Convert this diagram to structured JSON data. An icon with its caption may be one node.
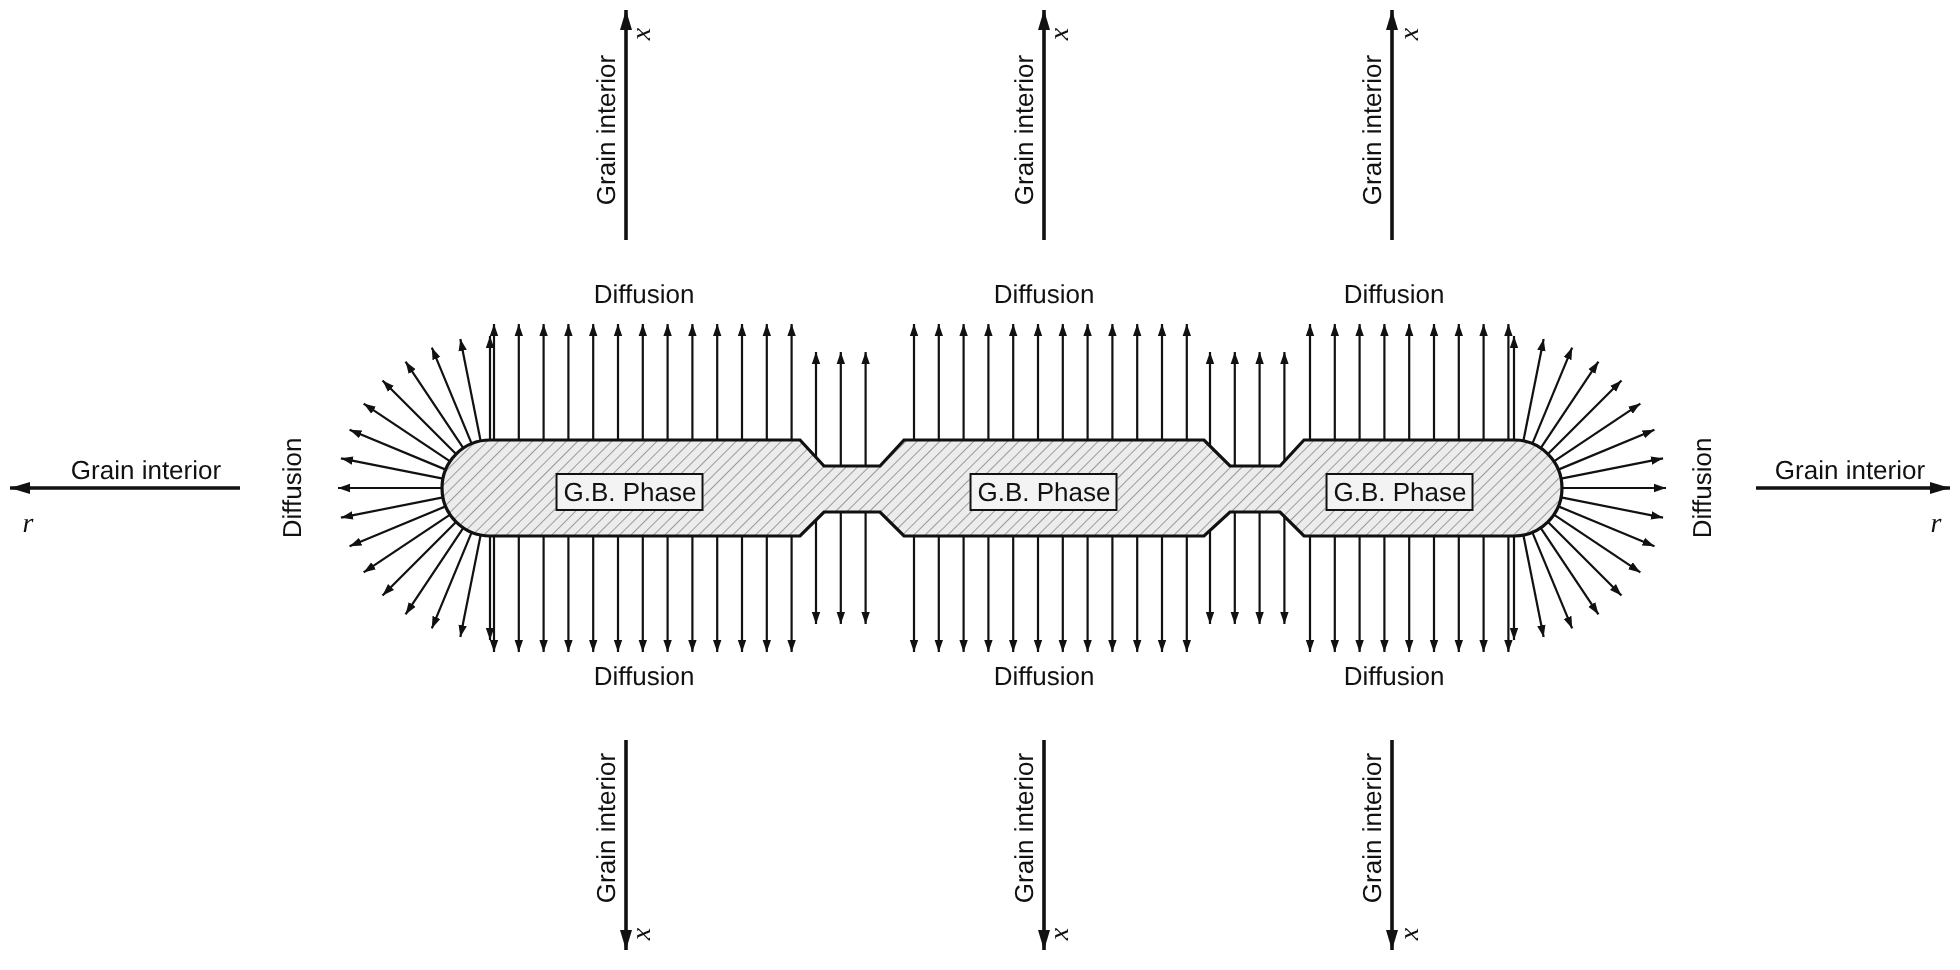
{
  "diagram": {
    "nodes": [
      {
        "text": [
          "G.B. Phase"
        ]
      },
      {
        "text": [
          "G.B. Phase"
        ]
      },
      {
        "text": [
          "G.B. Phase"
        ]
      }
    ],
    "labels": [
      "Grain interior",
      "x",
      "Grain interior",
      "x",
      "Grain interior",
      "x",
      "Diffusion",
      "Diffusion",
      "Diffusion",
      "Grain interior",
      "r",
      "Diffusion",
      "Diffusion",
      "Grain interior",
      "r",
      "Diffusion",
      "Diffusion",
      "Diffusion",
      "Grain interior",
      "x",
      "Grain interior",
      "x",
      "Grain interior",
      "x"
    ]
  }
}
